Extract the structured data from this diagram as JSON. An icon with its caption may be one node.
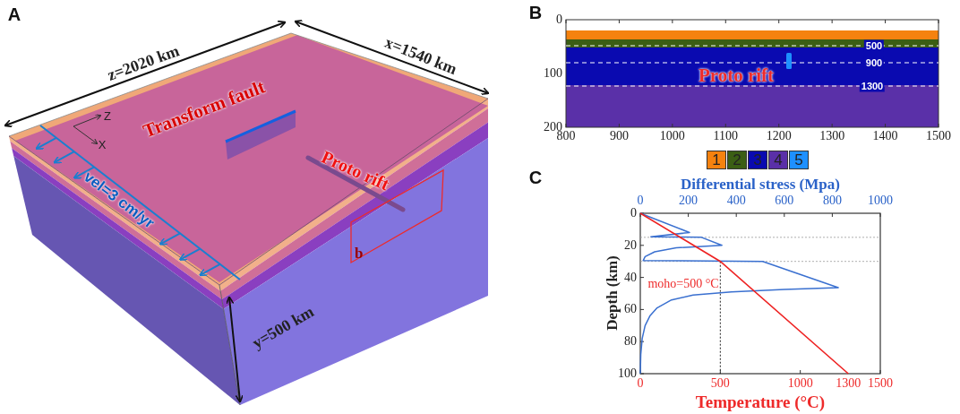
{
  "diagram": {
    "nodes": [
      {
        "text": [
          "b"
        ]
      }
    ],
    "edges": [],
    "labels": [
      "A",
      "z=2020 km",
      "x=1540 km",
      "Z",
      "X",
      "Transform fault",
      "Proto rift",
      "vel=3 cm/yr",
      "y=500 km",
      "B",
      "0",
      "100",
      "200",
      "800",
      "900",
      "1000",
      "1100",
      "1200",
      "1300",
      "1400",
      "1500",
      "500",
      "900",
      "1300",
      "Proto rift",
      "C",
      "Differential stress (Mpa)",
      "0",
      "200",
      "400",
      "600",
      "800",
      "1000",
      "Depth (km)",
      "0",
      "20",
      "40",
      "60",
      "80",
      "100",
      "moho=500 °C",
      "Temperature (°C)",
      "0",
      "500",
      "1000",
      "1300",
      "1500"
    ],
    "legend": [
      {
        "text": "1",
        "color": "#f5820f"
      },
      {
        "text": "2",
        "color": "#3b5e14"
      },
      {
        "text": "3",
        "color": "#0a0ab0"
      },
      {
        "text": "4",
        "color": "#5a30a8"
      },
      {
        "text": "5",
        "color": "#1e90ff"
      }
    ]
  }
}
